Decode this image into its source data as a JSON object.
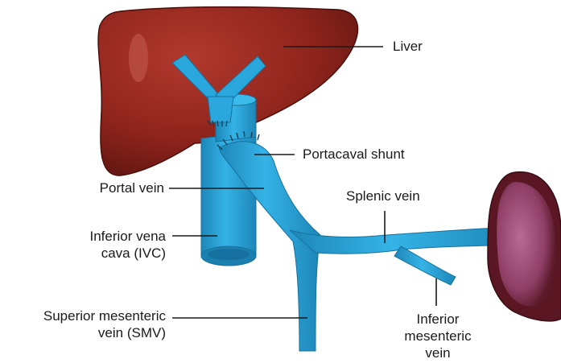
{
  "labels": {
    "liver": "Liver",
    "portacaval_shunt": "Portacaval shunt",
    "portal_vein": "Portal vein",
    "splenic_vein": "Splenic vein",
    "ivc": [
      "Inferior vena",
      "cava (IVC)"
    ],
    "smv": [
      "Superior mesenteric",
      "vein (SMV)"
    ],
    "imv": [
      "Inferior",
      "mesenteric",
      "vein"
    ]
  },
  "colors": {
    "liver": "#8e241c",
    "vein": "#2aa7dc",
    "vein_dark": "#1d86b8",
    "spleen": "#6d1f2a",
    "spleen_inner": "#9c4a72",
    "leader": "#1a1a1a"
  }
}
